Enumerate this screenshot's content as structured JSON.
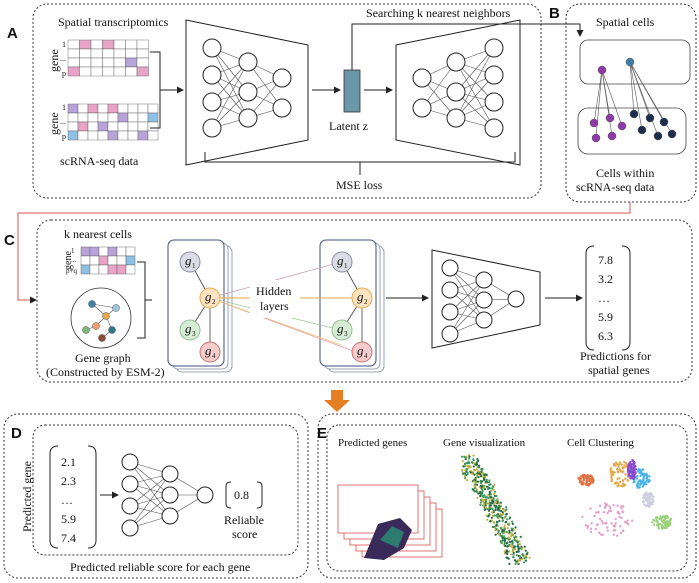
{
  "panels": {
    "a": "A",
    "b": "B",
    "c": "C",
    "d": "D",
    "e": "E"
  },
  "panel_a": {
    "spatial_title": "Spatial transcriptomics",
    "gene_label": "gene",
    "row_1": "1",
    "row_dots": "...",
    "row_p": "p",
    "scrna_label": "scRNA-seq data",
    "latent_label": "Latent z",
    "knn_label": "Searching k nearest neighbors",
    "mse_label": "MSE loss"
  },
  "panel_b": {
    "title": "Spatial cells",
    "caption_line1": "Cells within",
    "caption_line2": "scRNA-seq data"
  },
  "panel_c": {
    "k_nearest": "k nearest cells",
    "gene_label": "gene",
    "row_1": "1",
    "row_dots": "...",
    "row_pq": "p+q",
    "gene_graph_line1": "Gene graph",
    "gene_graph_line2": "(Constructed by ESM-2)",
    "g1": "g",
    "g2": "g",
    "g3": "g",
    "g4": "g",
    "s1": "1",
    "s2": "2",
    "s3": "3",
    "s4": "4",
    "hidden_line1": "Hidden",
    "hidden_line2": "layers",
    "values": [
      "7.8",
      "3.2",
      "…",
      "5.9",
      "6.3"
    ],
    "pred_line1": "Predictions for",
    "pred_line2": "spatial genes"
  },
  "panel_d": {
    "ylabel": "Predicted gene",
    "values": [
      "2.1",
      "2.3",
      "…",
      "5.9",
      "7.4"
    ],
    "score": "0.8",
    "reliable_line1": "Reliable",
    "reliable_line2": "score",
    "caption": "Predicted reliable score for each gene"
  },
  "panel_e": {
    "predicted_genes": "Predicted genes",
    "gene_visualization": "Gene  visualization",
    "cell_clustering": "Cell Clustering"
  },
  "colors": {
    "pink": "#e8a3c6",
    "purple": "#b8a3d9",
    "blue": "#8fc1e6",
    "latent": "#6a97a8",
    "arrow_orange": "#e67e22",
    "cell_purple": "#8e3aa8",
    "cell_navy": "#1f2d4d",
    "cell_teal": "#3f7fa6",
    "g1": "#dcdce6",
    "g2": "#fde3c2",
    "g3": "#d5ecd5",
    "g4": "#f5cccc",
    "red_line": "#d9534f"
  }
}
